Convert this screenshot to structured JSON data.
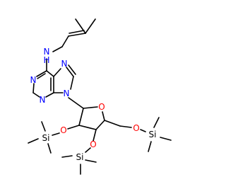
{
  "colors": {
    "background": "#ffffff",
    "carbon_bond": "#000000",
    "nitrogen": "#0000ff",
    "oxygen": "#ff0000",
    "silicon": "#000000"
  },
  "atoms": {
    "amine_n": "N",
    "amine_h": "H",
    "n1": "N",
    "n3": "N",
    "n7": "N",
    "n9": "N",
    "ring_o": "O",
    "o2": "O",
    "o3": "O",
    "o5": "O",
    "si2": "Si",
    "si3": "Si",
    "si5": "Si"
  }
}
